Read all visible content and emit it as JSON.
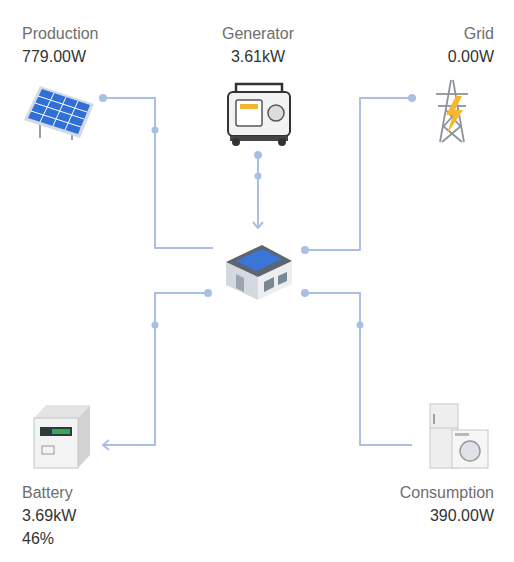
{
  "diagram": {
    "nodes": [
      {
        "text": [
          "Production",
          "779.00W"
        ]
      },
      {
        "text": [
          "Generator",
          "3.61kW"
        ]
      },
      {
        "text": [
          "Grid",
          "0.00W"
        ]
      },
      {
        "text": [
          "Battery",
          "3.69kW",
          "46%"
        ]
      },
      {
        "text": [
          "Consumption",
          "390.00W"
        ]
      }
    ]
  }
}
